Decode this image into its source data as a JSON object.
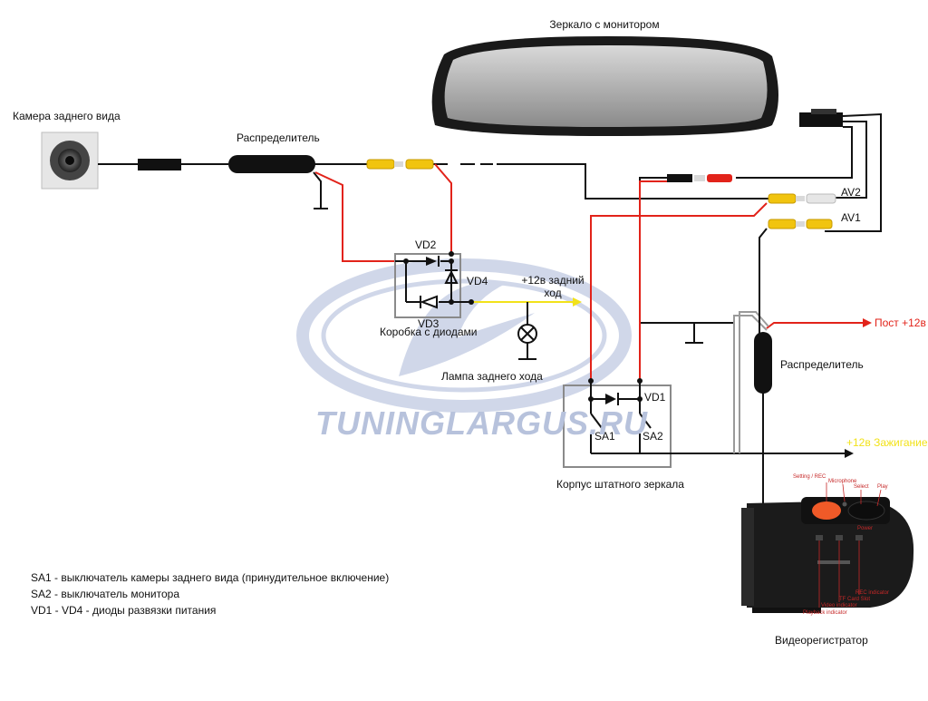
{
  "labels": {
    "mirror_title": "Зеркало с монитором",
    "rear_camera": "Камера заднего вида",
    "distributor_top": "Распределитель",
    "distributor_right": "Распределитель",
    "av2": "AV2",
    "av1": "AV1",
    "vd1": "VD1",
    "vd2": "VD2",
    "vd3": "VD3",
    "vd4": "VD4",
    "sa1": "SA1",
    "sa2": "SA2",
    "reverse_12v": "+12в задний ход",
    "diode_box": "Коробка с диодами",
    "reverse_lamp": "Лампа заднего хода",
    "const_12v": "Пост +12в",
    "ignition_12v": "+12в Зажигание",
    "mirror_housing": "Корпус штатного зеркала",
    "dvr": "Видеорегистратор"
  },
  "dvr_callouts": {
    "setting_rec": "Setting / REC",
    "microphone": "Microphone",
    "select": "Select",
    "play": "Play",
    "power": "Power",
    "rec_indicator": "REC indicator",
    "tf_card_slot": "TF Card Slot",
    "video_indicator": "Video indicator",
    "playback_indicator": "Playback indicator"
  },
  "legend": [
    "SA1 - выключатель камеры заднего вида (принудительное включение)",
    "SA2 - выключатель монитора",
    "VD1 - VD4 - диоды развязки питания"
  ],
  "watermark": "TUNINGLARGUS.RU",
  "colors": {
    "wire_black": "#111111",
    "wire_red": "#e2231a",
    "wire_yellow": "#f2e21a",
    "wire_gray": "#888888",
    "rca_yellow": "#f1c40f",
    "logo": "#2f4f9e"
  }
}
